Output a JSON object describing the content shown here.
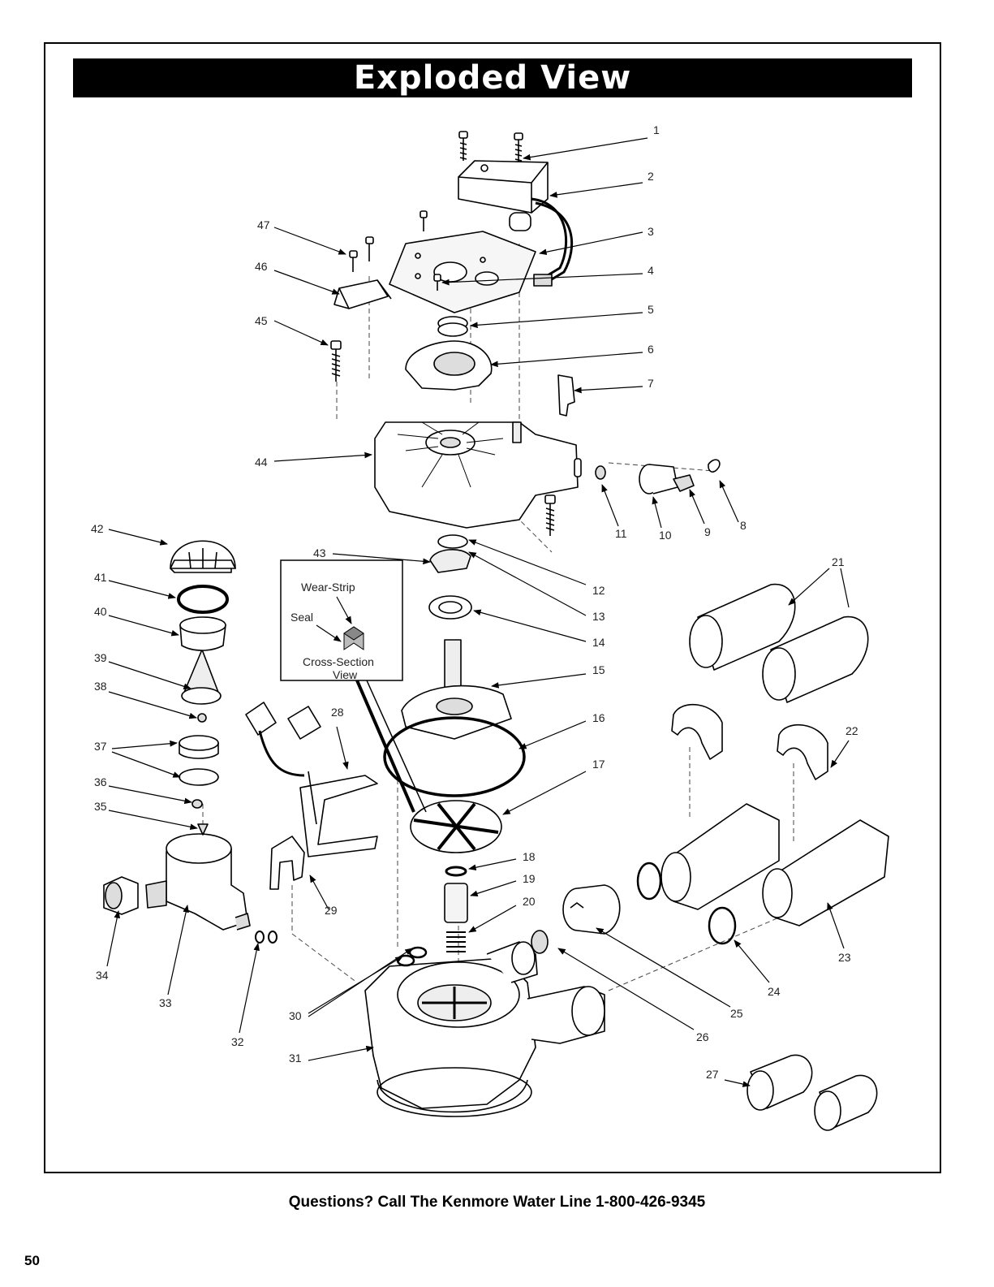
{
  "title": "Exploded View",
  "footer": "Questions? Call The Kenmore Water Line 1-800-426-9345",
  "page_number": "50",
  "inset": {
    "wear_strip": "Wear-Strip",
    "seal": "Seal",
    "cross_section_line1": "Cross-Section",
    "cross_section_line2": "View"
  },
  "part_labels": [
    "1",
    "2",
    "3",
    "4",
    "5",
    "6",
    "7",
    "8",
    "9",
    "10",
    "11",
    "12",
    "13",
    "14",
    "15",
    "16",
    "17",
    "18",
    "19",
    "20",
    "21",
    "22",
    "23",
    "24",
    "25",
    "26",
    "27",
    "28",
    "29",
    "30",
    "31",
    "32",
    "33",
    "34",
    "35",
    "36",
    "37",
    "38",
    "39",
    "40",
    "41",
    "42",
    "43",
    "44",
    "45",
    "46",
    "47"
  ]
}
